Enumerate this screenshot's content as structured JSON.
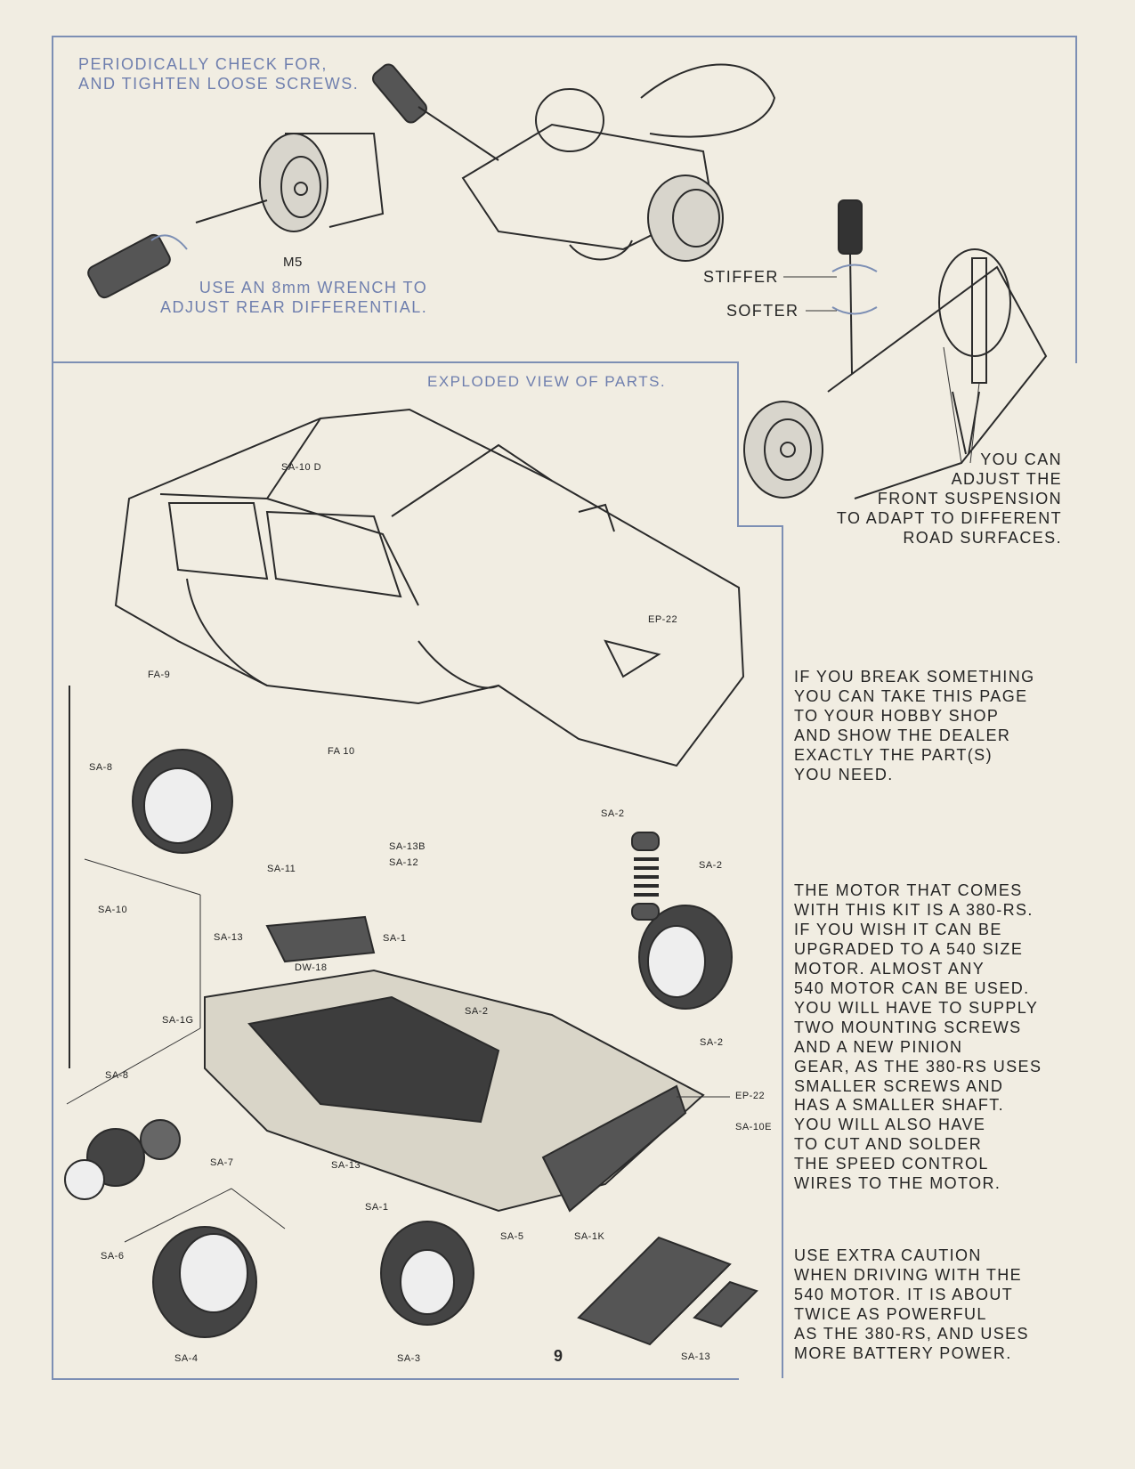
{
  "tips": {
    "check_screws": [
      "PERIODICALLY CHECK FOR,",
      "AND TIGHTEN LOOSE SCREWS."
    ],
    "wrench": [
      "USE AN 8mm WRENCH TO",
      "ADJUST REAR DIFFERENTIAL."
    ],
    "m5_label": "M5",
    "stiffer": "STIFFER",
    "softer": "SOFTER",
    "suspension": [
      "YOU CAN",
      "ADJUST THE",
      "FRONT SUSPENSION",
      "TO ADAPT TO DIFFERENT",
      "ROAD SURFACES."
    ]
  },
  "exploded": {
    "title": "EXPLODED VIEW OF PARTS.",
    "labels": {
      "sa10d": "SA-10 D",
      "ep22_top": "EP-22",
      "fa9": "FA-9",
      "fa10": "FA 10",
      "sa8_top": "SA-8",
      "sa10": "SA-10",
      "sa11": "SA-11",
      "sa13_left": "SA-13",
      "dw18": "DW-18",
      "sa1_top": "SA-1",
      "sa13b": "SA-13B",
      "sa12": "SA-12",
      "sa2_top": "SA-2",
      "sa2_right": "SA-2",
      "sa2_mid": "SA-2",
      "sa2_lower": "SA-2",
      "sa1g": "SA-1G",
      "sa8_mid": "SA-8",
      "sa7": "SA-7",
      "sa13_mid": "SA-13",
      "ep22_right": "EP-22",
      "sa10e": "SA-10E",
      "sa1_bottom": "SA-1",
      "sa1k": "SA-1K",
      "sa6": "SA-6",
      "sa5": "SA-5",
      "sa4": "SA-4",
      "sa3": "SA-3",
      "sa13_bottom": "SA-13"
    }
  },
  "notes": {
    "break": [
      "IF YOU BREAK SOMETHING",
      "YOU CAN TAKE  THIS PAGE",
      "TO YOUR HOBBY SHOP",
      "AND SHOW THE DEALER",
      "EXACTLY THE PART(S)",
      "YOU NEED."
    ],
    "motor": [
      "THE MOTOR THAT COMES",
      "WITH THIS KIT IS A 380-RS.",
      "IF YOU WISH IT CAN BE",
      "UPGRADED TO A 540 SIZE",
      "MOTOR.  ALMOST ANY",
      "540 MOTOR CAN BE USED.",
      "YOU WILL HAVE TO SUPPLY",
      "TWO MOUNTING SCREWS",
      "AND A NEW PINION",
      "GEAR, AS THE 380-RS USES",
      "SMALLER SCREWS AND",
      "HAS A SMALLER SHAFT.",
      "YOU WILL ALSO HAVE",
      "TO CUT AND SOLDER",
      "THE SPEED CONTROL",
      "WIRES TO THE MOTOR."
    ],
    "caution": [
      "USE EXTRA CAUTION",
      "WHEN DRIVING WITH THE",
      "540 MOTOR.  IT IS ABOUT",
      "TWICE AS  POWERFUL",
      "AS THE 380-RS, AND USES",
      "MORE BATTERY POWER."
    ]
  },
  "page_number": "9",
  "colors": {
    "frame": "#7d8fb4",
    "accent_text": "#6f7fae",
    "paper": "#f1ede2"
  }
}
